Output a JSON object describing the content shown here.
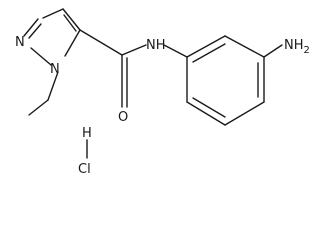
{
  "molecule": {
    "atoms": {
      "pyrazole_n2": "N",
      "pyrazole_n1": "N",
      "amide_nh": "NH",
      "amide_o": "O",
      "amine_nh2": "NH2",
      "salt_h": "H",
      "salt_cl": "Cl"
    }
  }
}
